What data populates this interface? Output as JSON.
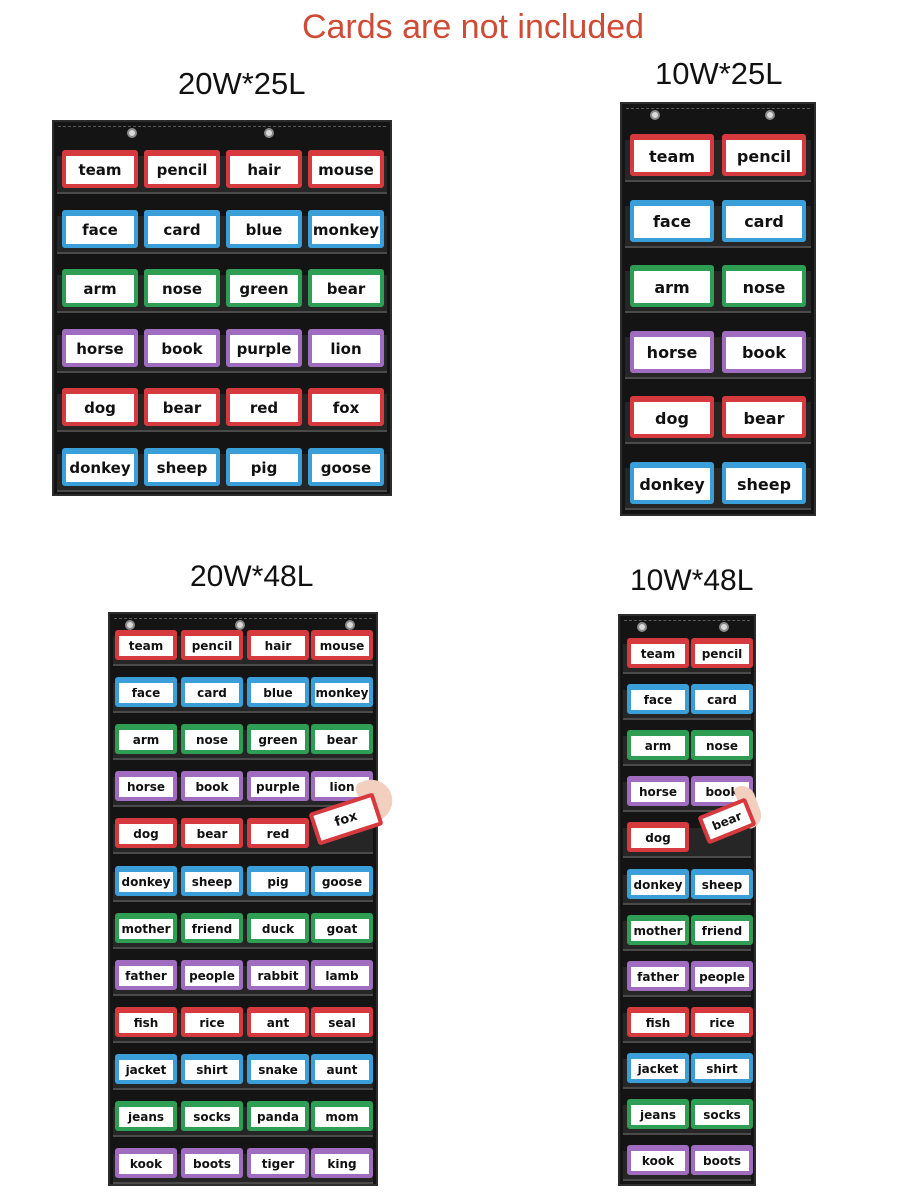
{
  "note": "Cards are not included",
  "colors": {
    "red": "#d63a3f",
    "blue": "#3a9fd9",
    "green": "#2e9e55",
    "purple": "#a06cc0"
  },
  "panels": [
    {
      "id": "p1",
      "title": "20W*25L",
      "rows": [
        {
          "color": "red",
          "words": [
            "team",
            "pencil",
            "hair",
            "mouse"
          ]
        },
        {
          "color": "blue",
          "words": [
            "face",
            "card",
            "blue",
            "monkey"
          ]
        },
        {
          "color": "green",
          "words": [
            "arm",
            "nose",
            "green",
            "bear"
          ]
        },
        {
          "color": "purple",
          "words": [
            "horse",
            "book",
            "purple",
            "lion"
          ]
        },
        {
          "color": "red",
          "words": [
            "dog",
            "bear",
            "red",
            "fox"
          ]
        },
        {
          "color": "blue",
          "words": [
            "donkey",
            "sheep",
            "pig",
            "goose"
          ]
        }
      ]
    },
    {
      "id": "p2",
      "title": "10W*25L",
      "rows": [
        {
          "color": "red",
          "words": [
            "team",
            "pencil"
          ]
        },
        {
          "color": "blue",
          "words": [
            "face",
            "card"
          ]
        },
        {
          "color": "green",
          "words": [
            "arm",
            "nose"
          ]
        },
        {
          "color": "purple",
          "words": [
            "horse",
            "book"
          ]
        },
        {
          "color": "red",
          "words": [
            "dog",
            "bear"
          ]
        },
        {
          "color": "blue",
          "words": [
            "donkey",
            "sheep"
          ]
        }
      ]
    },
    {
      "id": "p3",
      "title": "20W*48L",
      "held": "fox",
      "rows": [
        {
          "color": "red",
          "words": [
            "team",
            "pencil",
            "hair",
            "mouse"
          ]
        },
        {
          "color": "blue",
          "words": [
            "face",
            "card",
            "blue",
            "monkey"
          ]
        },
        {
          "color": "green",
          "words": [
            "arm",
            "nose",
            "green",
            "bear"
          ]
        },
        {
          "color": "purple",
          "words": [
            "horse",
            "book",
            "purple",
            "lion"
          ]
        },
        {
          "color": "red",
          "words": [
            "dog",
            "bear",
            "red"
          ]
        },
        {
          "color": "blue",
          "words": [
            "donkey",
            "sheep",
            "pig",
            "goose"
          ]
        },
        {
          "color": "green",
          "words": [
            "mother",
            "friend",
            "duck",
            "goat"
          ]
        },
        {
          "color": "purple",
          "words": [
            "father",
            "people",
            "rabbit",
            "lamb"
          ]
        },
        {
          "color": "red",
          "words": [
            "fish",
            "rice",
            "ant",
            "seal"
          ]
        },
        {
          "color": "blue",
          "words": [
            "jacket",
            "shirt",
            "snake",
            "aunt"
          ]
        },
        {
          "color": "green",
          "words": [
            "jeans",
            "socks",
            "panda",
            "mom"
          ]
        },
        {
          "color": "purple",
          "words": [
            "kook",
            "boots",
            "tiger",
            "king"
          ]
        }
      ]
    },
    {
      "id": "p4",
      "title": "10W*48L",
      "held": "bear",
      "rows": [
        {
          "color": "red",
          "words": [
            "team",
            "pencil"
          ]
        },
        {
          "color": "blue",
          "words": [
            "face",
            "card"
          ]
        },
        {
          "color": "green",
          "words": [
            "arm",
            "nose"
          ]
        },
        {
          "color": "purple",
          "words": [
            "horse",
            "book"
          ]
        },
        {
          "color": "red",
          "words": [
            "dog"
          ]
        },
        {
          "color": "blue",
          "words": [
            "donkey",
            "sheep"
          ]
        },
        {
          "color": "green",
          "words": [
            "mother",
            "friend"
          ]
        },
        {
          "color": "purple",
          "words": [
            "father",
            "people"
          ]
        },
        {
          "color": "red",
          "words": [
            "fish",
            "rice"
          ]
        },
        {
          "color": "blue",
          "words": [
            "jacket",
            "shirt"
          ]
        },
        {
          "color": "green",
          "words": [
            "jeans",
            "socks"
          ]
        },
        {
          "color": "purple",
          "words": [
            "kook",
            "boots"
          ]
        }
      ]
    }
  ]
}
